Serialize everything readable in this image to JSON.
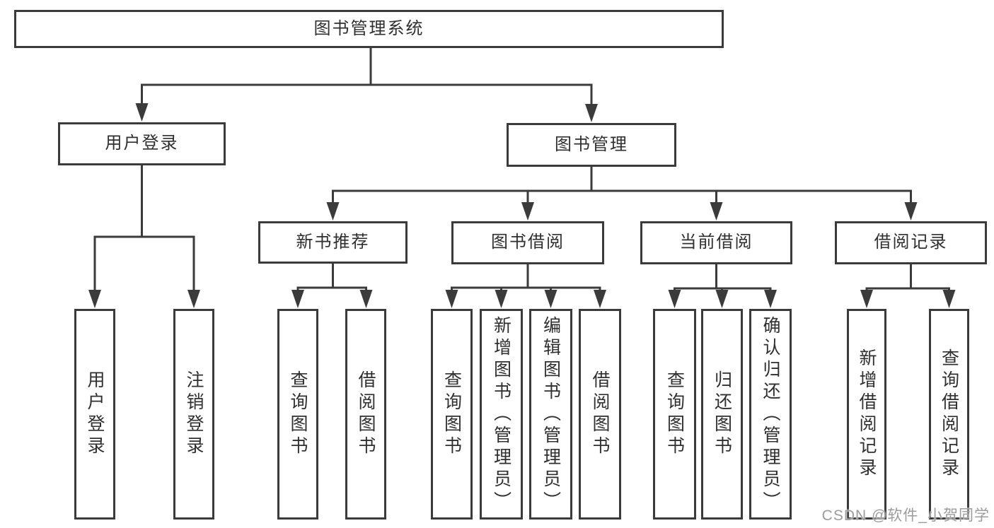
{
  "diagram": {
    "type": "tree",
    "title": "图书管理系统",
    "colors": {
      "line": "#3b3b3b",
      "node_border": "#3b3b3b",
      "text": "#2f2f2f",
      "watermark": "#9c9c9c",
      "background": "#ffffff"
    }
  },
  "tree": {
    "root": {
      "label": "图书管理系统"
    },
    "branches": [
      {
        "label": "用户登录",
        "children": [
          {
            "label": "用户登录"
          },
          {
            "label": "注销登录"
          }
        ]
      },
      {
        "label": "图书管理",
        "sections": [
          {
            "label": "新书推荐",
            "children": [
              {
                "label": "查询图书"
              },
              {
                "label": "借阅图书"
              }
            ]
          },
          {
            "label": "图书借阅",
            "children": [
              {
                "label": "查询图书"
              },
              {
                "label": "新增图书（管理员）"
              },
              {
                "label": "编辑图书（管理员）"
              },
              {
                "label": "借阅图书"
              }
            ]
          },
          {
            "label": "当前借阅",
            "children": [
              {
                "label": "查询图书"
              },
              {
                "label": "归还图书"
              },
              {
                "label": "确认归还（管理员）"
              }
            ]
          },
          {
            "label": "借阅记录",
            "children": [
              {
                "label": "新增借阅记录"
              },
              {
                "label": "查询借阅记录"
              }
            ]
          }
        ]
      }
    ]
  },
  "watermark": {
    "text": "CSDN @软件_小贺同学"
  }
}
